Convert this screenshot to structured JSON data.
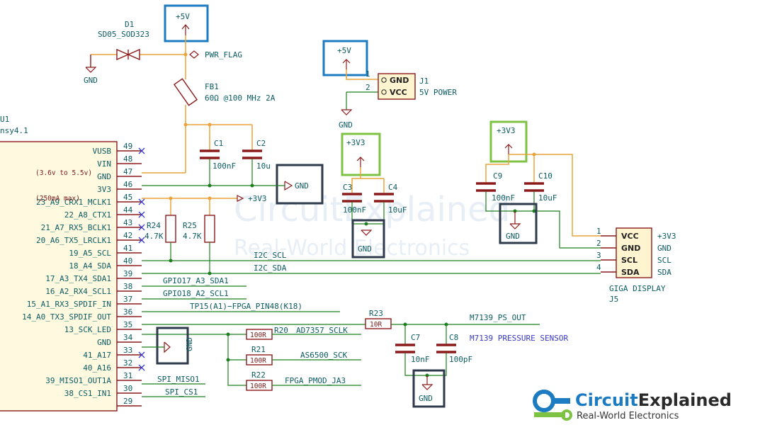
{
  "d1": {
    "ref": "D1",
    "value": "SD05_SOD323"
  },
  "pwr_flag": "PWR_FLAG",
  "fb1": {
    "ref": "FB1",
    "value": "60Ω @100 MHz 2A"
  },
  "power": {
    "p5v": "+5V",
    "p3v3": "+3V3",
    "gnd": "GND"
  },
  "j1": {
    "ref": "J1",
    "value": "5V POWER",
    "pins": [
      "GND",
      "VCC"
    ],
    "pin_numbers": [
      "1",
      "2"
    ]
  },
  "u1": {
    "ref": "U1",
    "value": "nsy4.1",
    "vin_note": "(3.6v to 5.5v)",
    "v3_note": "(250mA max)",
    "pins": [
      {
        "name": "VUSB",
        "num": "49"
      },
      {
        "name": "VIN",
        "num": "48"
      },
      {
        "name": "GND",
        "num": "47"
      },
      {
        "name": "3V3",
        "num": "46"
      },
      {
        "name": "23_A9_CRX1_MCLK1",
        "num": "45"
      },
      {
        "name": "22_A8_CTX1",
        "num": "44"
      },
      {
        "name": "21_A7_RX5_BCLK1",
        "num": "43"
      },
      {
        "name": "20_A6_TX5_LRCLK1",
        "num": "42"
      },
      {
        "name": "19_A5_SCL",
        "num": "41"
      },
      {
        "name": "18_A4_SDA",
        "num": "40"
      },
      {
        "name": "17_A3_TX4_SDA1",
        "num": "39"
      },
      {
        "name": "16_A2_RX4_SCL1",
        "num": "38"
      },
      {
        "name": "15_A1_RX3_SPDIF_IN",
        "num": "37"
      },
      {
        "name": "14_A0_TX3_SPDIF_OUT",
        "num": "36"
      },
      {
        "name": "13_SCK_LED",
        "num": "35"
      },
      {
        "name": "GND",
        "num": "34"
      },
      {
        "name": "41_A17",
        "num": "33"
      },
      {
        "name": "40_A16",
        "num": "32"
      },
      {
        "name": "39_MISO1_OUT1A",
        "num": "31"
      },
      {
        "name": "38_CS1_IN1",
        "num": "30"
      },
      {
        "name": "",
        "num": "29"
      }
    ]
  },
  "caps": {
    "c1": {
      "ref": "C1",
      "value": "100nF"
    },
    "c2": {
      "ref": "C2",
      "value": "10u"
    },
    "c3": {
      "ref": "C3",
      "value": "100nF"
    },
    "c4": {
      "ref": "C4",
      "value": "10uF"
    },
    "c9": {
      "ref": "C9",
      "value": "100nF"
    },
    "c10": {
      "ref": "C10",
      "value": "10uF"
    },
    "c7": {
      "ref": "C7",
      "value": "10nF"
    },
    "c8": {
      "ref": "C8",
      "value": "100pF"
    }
  },
  "res": {
    "r24": {
      "ref": "R24",
      "value": "4.7K"
    },
    "r25": {
      "ref": "R25",
      "value": "4.7K"
    },
    "r20": {
      "ref": "R20",
      "value": "100R"
    },
    "r21": {
      "ref": "R21",
      "value": "100R"
    },
    "r22": {
      "ref": "R22",
      "value": "100R"
    },
    "r23": {
      "ref": "R23",
      "value": "10R"
    }
  },
  "nets": {
    "i2c_scl": "I2C_SCL",
    "i2c_sda": "I2C_SDA",
    "gpio17": "GPIO17_A3_SDA1",
    "gpio18": "GPIO18_A2_SCL1",
    "tp15": "TP15(A1)−FPGA_PIN48(K18)",
    "m7139_out": "M7139_PS_OUT",
    "m7139_label": "M7139 PRESSURE SENSOR",
    "ad7357": "AD7357_SCLK",
    "as6500": "AS6500_SCK",
    "fpga_pmod": "FPGA_PMOD_JA3",
    "spi_miso": "SPI_MISO1",
    "spi_cs": "SPI_CS1"
  },
  "j5": {
    "ref": "J5",
    "value": "GIGA DISPLAY",
    "pins": [
      "VCC",
      "GND",
      "SCL",
      "SDA"
    ],
    "pin_numbers": [
      "1",
      "2",
      "3",
      "4"
    ],
    "nets": [
      "+3V3",
      "GND",
      "SCL",
      "SDA"
    ]
  },
  "watermark": {
    "line1": "CircuitExplained",
    "line2": "Real-World Electronics"
  },
  "logo": {
    "part1": "Circuit",
    "part2": "Explained",
    "tagline": "Real-World Electronics"
  },
  "colors": {
    "logo_blue": "#1c7bc1",
    "logo_green": "#7dc242",
    "highlight_dark": "#2e3a4b"
  }
}
